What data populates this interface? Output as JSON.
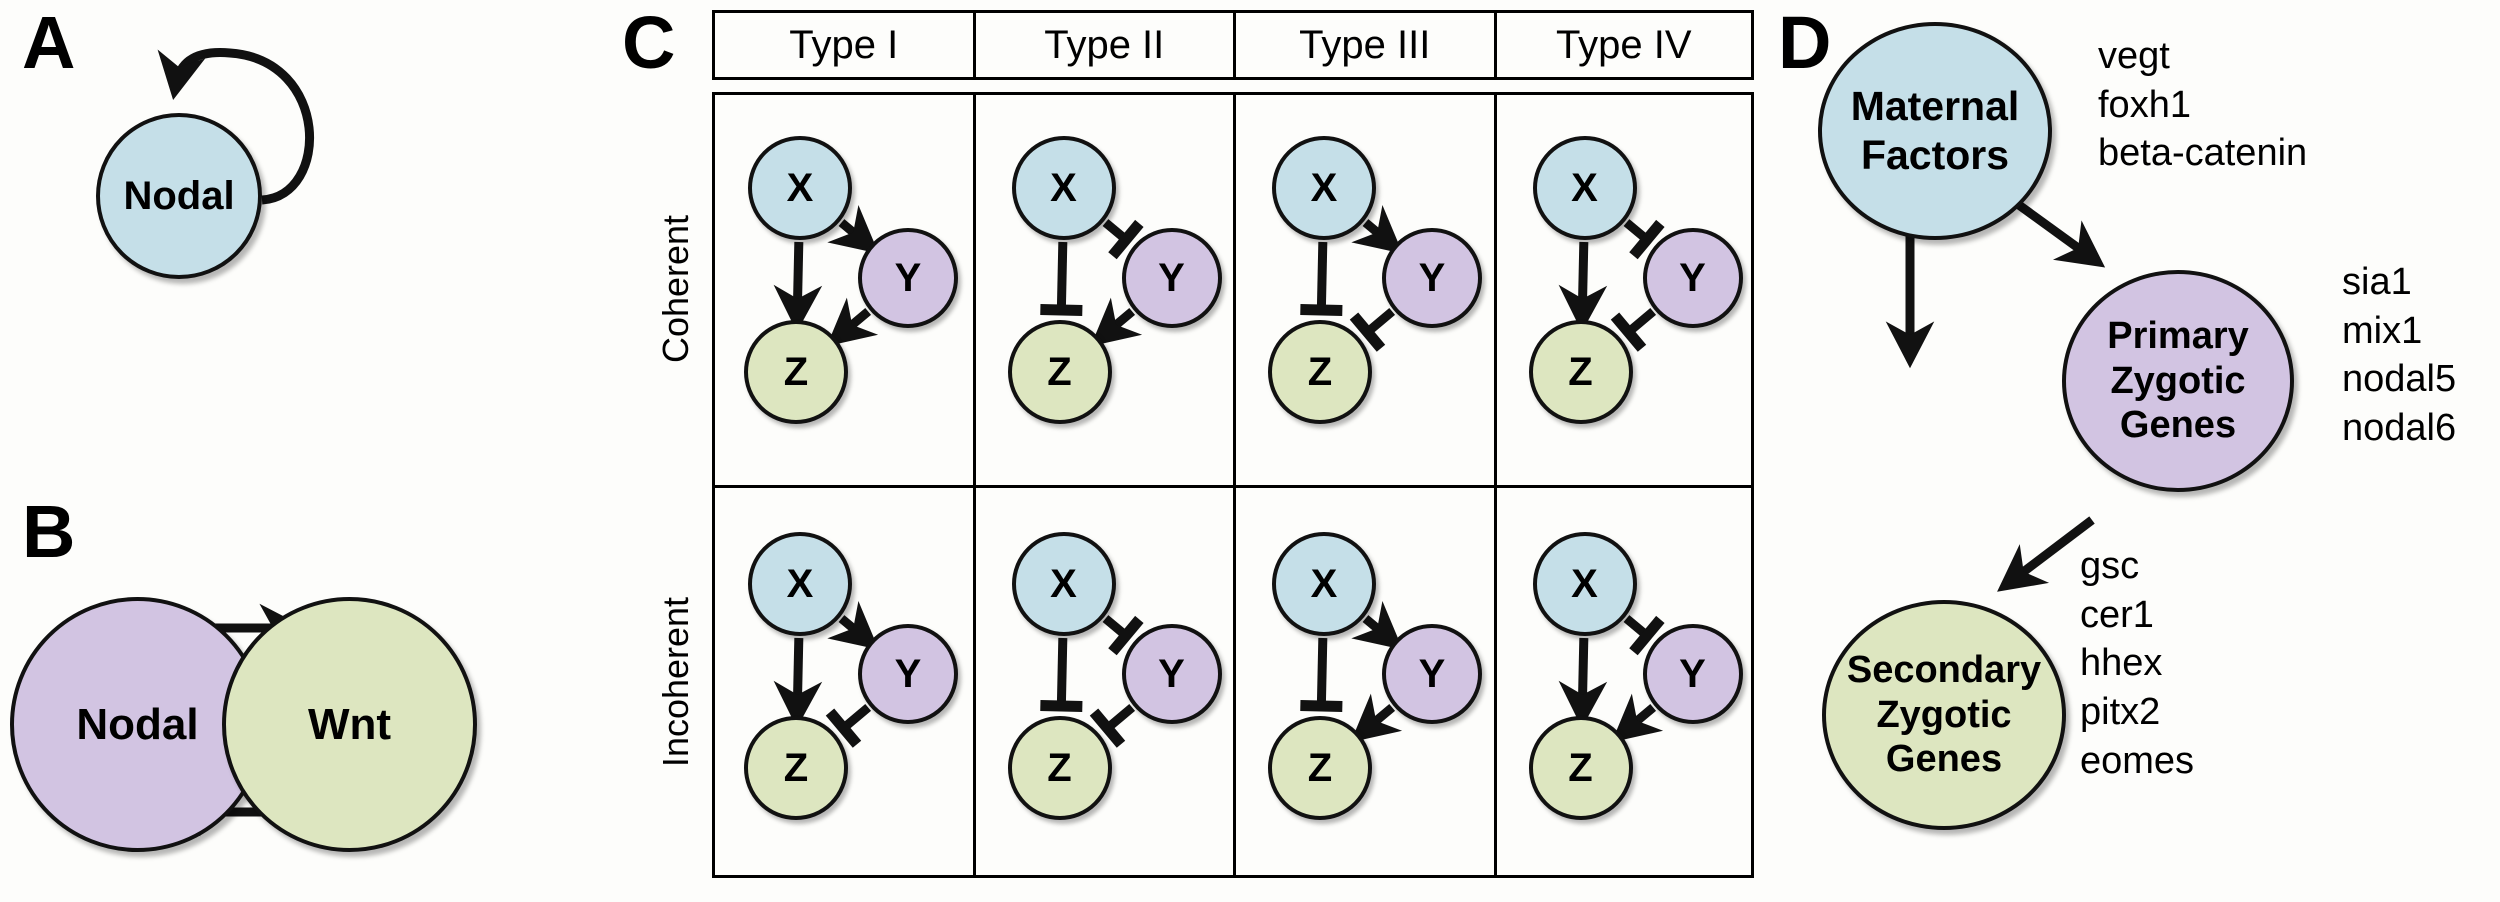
{
  "figure": {
    "panels": [
      "A",
      "B",
      "C",
      "D"
    ]
  },
  "panelA": {
    "letter": "A",
    "node": {
      "label": "Nodal",
      "color": "#c5dfe8"
    },
    "edge": {
      "from": "Nodal",
      "to": "Nodal",
      "sign": "activate",
      "type": "self-loop"
    }
  },
  "panelB": {
    "letter": "B",
    "nodes": [
      {
        "label": "Nodal",
        "color": "#d2c4e2"
      },
      {
        "label": "Wnt",
        "color": "#dde6c0"
      }
    ],
    "edges": [
      {
        "from": "Nodal",
        "to": "Wnt",
        "sign": "activate"
      },
      {
        "from": "Wnt",
        "to": "Nodal",
        "sign": "activate"
      }
    ]
  },
  "panelC": {
    "letter": "C",
    "columns": [
      "Type I",
      "Type II",
      "Type III",
      "Type IV"
    ],
    "rows": [
      "Coherent",
      "Incoherent"
    ],
    "node_labels": {
      "x": "X",
      "y": "Y",
      "z": "Z"
    },
    "node_colors": {
      "x": "#c5dfe8",
      "y": "#d2c4e2",
      "z": "#dde6c0"
    },
    "motifs": [
      {
        "row": "Coherent",
        "column": "Type I",
        "edges": [
          {
            "from": "X",
            "to": "Y",
            "sign": "activate"
          },
          {
            "from": "X",
            "to": "Z",
            "sign": "activate"
          },
          {
            "from": "Y",
            "to": "Z",
            "sign": "activate"
          }
        ]
      },
      {
        "row": "Coherent",
        "column": "Type II",
        "edges": [
          {
            "from": "X",
            "to": "Y",
            "sign": "inhibit"
          },
          {
            "from": "X",
            "to": "Z",
            "sign": "inhibit"
          },
          {
            "from": "Y",
            "to": "Z",
            "sign": "activate"
          }
        ]
      },
      {
        "row": "Coherent",
        "column": "Type III",
        "edges": [
          {
            "from": "X",
            "to": "Y",
            "sign": "activate"
          },
          {
            "from": "X",
            "to": "Z",
            "sign": "inhibit"
          },
          {
            "from": "Y",
            "to": "Z",
            "sign": "inhibit"
          }
        ]
      },
      {
        "row": "Coherent",
        "column": "Type IV",
        "edges": [
          {
            "from": "X",
            "to": "Y",
            "sign": "inhibit"
          },
          {
            "from": "X",
            "to": "Z",
            "sign": "activate"
          },
          {
            "from": "Y",
            "to": "Z",
            "sign": "inhibit"
          }
        ]
      },
      {
        "row": "Incoherent",
        "column": "Type I",
        "edges": [
          {
            "from": "X",
            "to": "Y",
            "sign": "activate"
          },
          {
            "from": "X",
            "to": "Z",
            "sign": "activate"
          },
          {
            "from": "Y",
            "to": "Z",
            "sign": "inhibit"
          }
        ]
      },
      {
        "row": "Incoherent",
        "column": "Type II",
        "edges": [
          {
            "from": "X",
            "to": "Y",
            "sign": "inhibit"
          },
          {
            "from": "X",
            "to": "Z",
            "sign": "inhibit"
          },
          {
            "from": "Y",
            "to": "Z",
            "sign": "inhibit"
          }
        ]
      },
      {
        "row": "Incoherent",
        "column": "Type III",
        "edges": [
          {
            "from": "X",
            "to": "Y",
            "sign": "activate"
          },
          {
            "from": "X",
            "to": "Z",
            "sign": "inhibit"
          },
          {
            "from": "Y",
            "to": "Z",
            "sign": "activate"
          }
        ]
      },
      {
        "row": "Incoherent",
        "column": "Type IV",
        "edges": [
          {
            "from": "X",
            "to": "Y",
            "sign": "inhibit"
          },
          {
            "from": "X",
            "to": "Z",
            "sign": "activate"
          },
          {
            "from": "Y",
            "to": "Z",
            "sign": "activate"
          }
        ]
      }
    ]
  },
  "panelD": {
    "letter": "D",
    "nodes": [
      {
        "id": "maternal",
        "label": "Maternal Factors",
        "label_lines": [
          "Maternal",
          "Factors"
        ],
        "color": "#c5dfe8",
        "genes": [
          "vegt",
          "foxh1",
          "beta-catenin"
        ]
      },
      {
        "id": "primary",
        "label": "Primary Zygotic Genes",
        "label_lines": [
          "Primary",
          "Zygotic",
          "Genes"
        ],
        "color": "#d2c4e2",
        "genes": [
          "sia1",
          "mix1",
          "nodal5",
          "nodal6"
        ]
      },
      {
        "id": "secondary",
        "label": "Secondary Zygotic Genes",
        "label_lines": [
          "Secondary",
          "Zygotic",
          "Genes"
        ],
        "color": "#dde6c0",
        "genes": [
          "gsc",
          "cer1",
          "hhex",
          "pitx2",
          "eomes"
        ]
      }
    ],
    "edges": [
      {
        "from": "maternal",
        "to": "primary",
        "sign": "activate"
      },
      {
        "from": "maternal",
        "to": "secondary",
        "sign": "activate"
      },
      {
        "from": "primary",
        "to": "secondary",
        "sign": "activate"
      }
    ]
  },
  "colors": {
    "blue": "#c5dfe8",
    "purple": "#d2c4e2",
    "green": "#dde6c0",
    "stroke": "#111111",
    "background": "#fdfdfb"
  }
}
